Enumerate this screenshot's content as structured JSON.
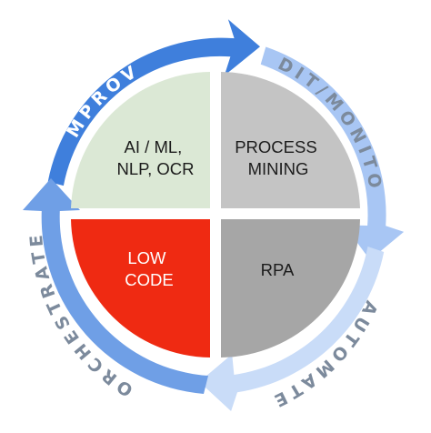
{
  "colors": {
    "ring_dark": "#3f7fdc",
    "ring_mid": "#6f9fe6",
    "ring_light": "#a8c6f4",
    "ring_lightest": "#c9dcf8",
    "ring_text": "#ffffff",
    "ring_text_dim": "#7c8a9c",
    "quad_green": "#dbe8d5",
    "quad_gray_light": "#c4c4c4",
    "quad_red": "#ef2a12",
    "quad_gray_dark": "#a6a6a6",
    "quad_text_dark": "#1c1c1c",
    "quad_text_light": "#ffffff"
  },
  "ring": {
    "improve": "IMPROVE",
    "audit_monitor": "AUDIT/MONITOR",
    "automate": "AUTOMATE",
    "orchestrate": "ORCHESTRATE"
  },
  "quadrants": {
    "top_left": {
      "line1": "AI / ML,",
      "line2": "NLP, OCR"
    },
    "top_right": {
      "line1": "PROCESS",
      "line2": "MINING"
    },
    "bottom_left": {
      "line1": "LOW",
      "line2": "CODE"
    },
    "bottom_right": {
      "line1": "RPA"
    }
  }
}
